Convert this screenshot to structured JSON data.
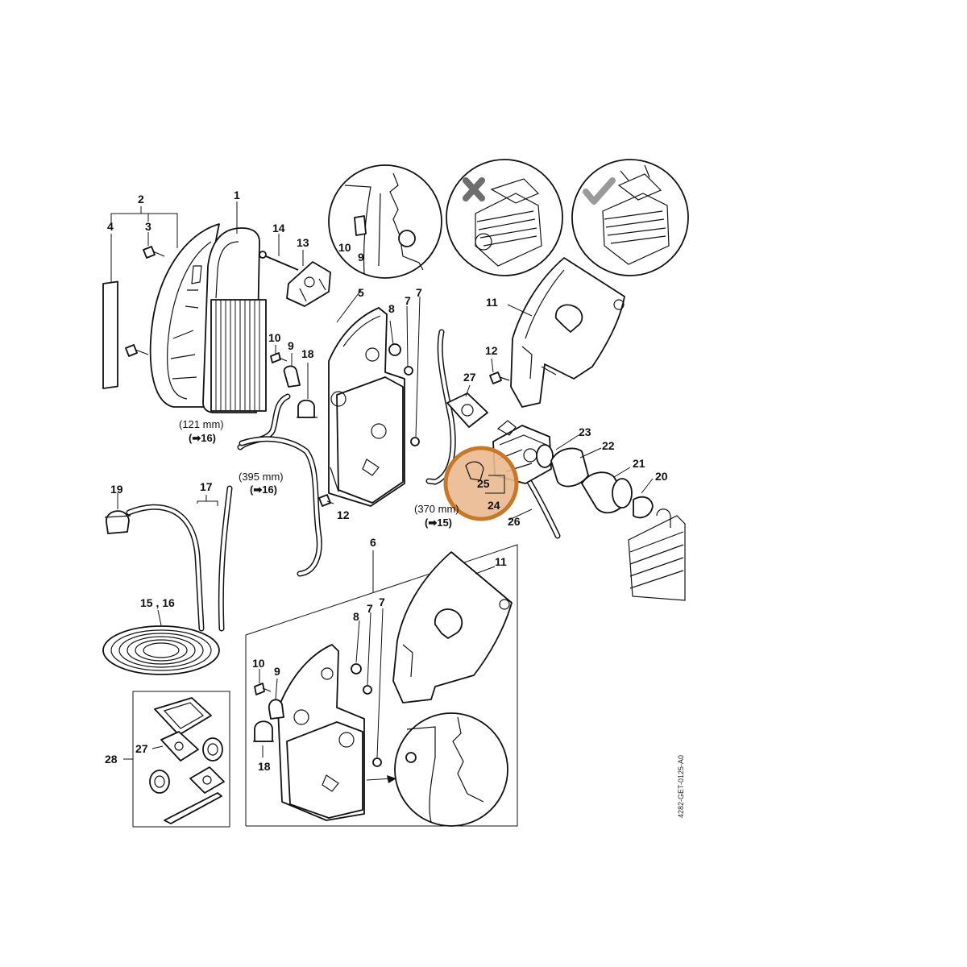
{
  "labels": {
    "p1": "1",
    "p2": "2",
    "p3": "3",
    "p4": "4",
    "p5": "5",
    "p6": "6",
    "p7a": "7",
    "p7b": "7",
    "p7c": "7",
    "p7d": "7",
    "p8a": "8",
    "p8b": "8",
    "p9a": "9",
    "p9b": "9",
    "p9c": "9",
    "p10a": "10",
    "p10b": "10",
    "p10c": "10",
    "p11a": "11",
    "p11b": "11",
    "p12a": "12",
    "p12b": "12",
    "p13": "13",
    "p14": "14",
    "p15_16": "15 , 16",
    "p17": "17",
    "p18a": "18",
    "p18b": "18",
    "p19": "19",
    "p20": "20",
    "p21": "21",
    "p22": "22",
    "p23": "23",
    "p24": "24",
    "p25": "25",
    "p26": "26",
    "p27a": "27",
    "p27b": "27",
    "p28": "28"
  },
  "measurements": {
    "m121": "(121 mm)",
    "r121": "(➡16)",
    "m395": "(395 mm)",
    "r395": "(➡16)",
    "m370": "(370 mm)",
    "r370": "(➡15)"
  },
  "drawing_code": "4282-GET-0125-A0",
  "highlight": {
    "color": "#c8782a",
    "fill": "#e9b98f",
    "marked_parts": [
      "25",
      "24"
    ]
  },
  "icons": {
    "wrong_install": "cross-icon",
    "correct_install": "check-icon"
  },
  "colors": {
    "line": "#111111",
    "background": "#ffffff",
    "check_grey": "#9a9a9a"
  }
}
